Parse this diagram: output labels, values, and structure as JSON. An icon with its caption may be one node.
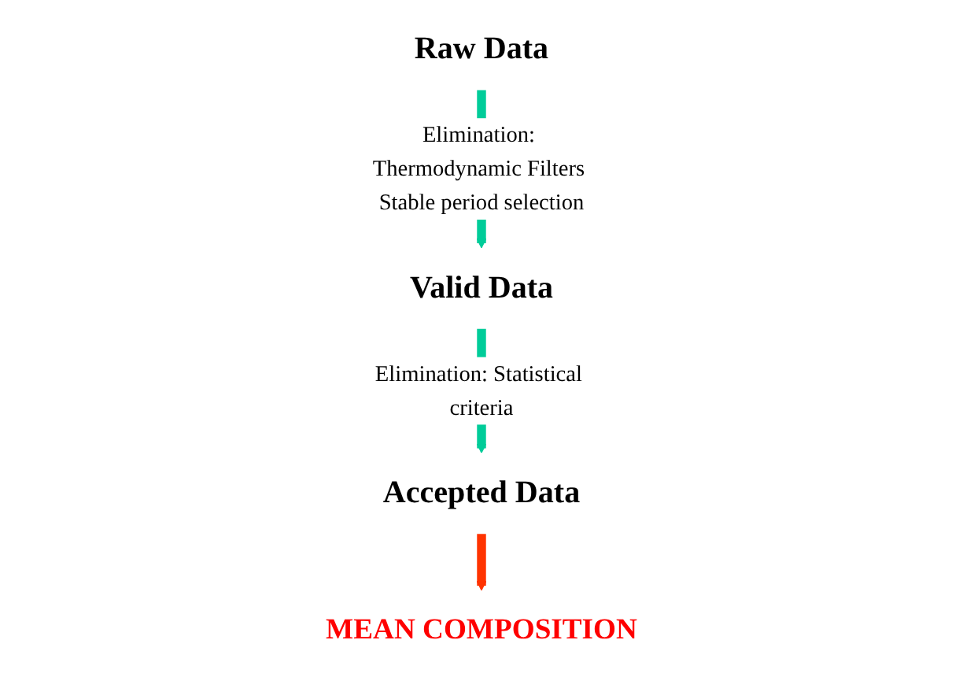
{
  "diagram": {
    "nodes": [
      {
        "text": [
          "Raw Data"
        ]
      },
      {
        "text": [
          "Valid Data"
        ]
      },
      {
        "text": [
          "Accepted Data"
        ]
      },
      {
        "text": [
          "MEAN COMPOSITION"
        ]
      }
    ],
    "edges": [
      {
        "from": 0,
        "to": 1,
        "arrow": "to",
        "label": "Elimination: Thermodynamic Filters Stable period selection"
      },
      {
        "from": 1,
        "to": 2,
        "arrow": "to",
        "label": "Elimination: Statistical criteria"
      },
      {
        "from": 2,
        "to": 3,
        "arrow": "to",
        "color": "#ff3300"
      }
    ]
  }
}
